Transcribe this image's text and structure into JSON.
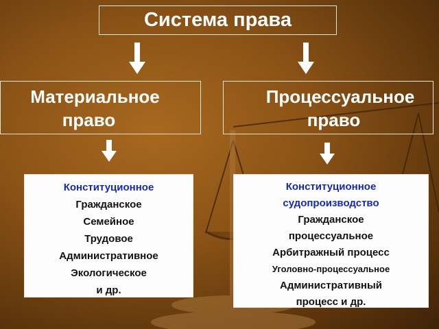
{
  "title": "Система права",
  "material": {
    "line1": "Материальное",
    "line2": "право",
    "items": [
      {
        "text": "Конституционное",
        "style": "blue"
      },
      {
        "text": "Гражданское",
        "style": "normal"
      },
      {
        "text": "Семейное",
        "style": "normal"
      },
      {
        "text": "Трудовое",
        "style": "normal"
      },
      {
        "text": "Административное",
        "style": "normal"
      },
      {
        "text": "Экологическое",
        "style": "normal"
      },
      {
        "text": "и др.",
        "style": "normal"
      }
    ]
  },
  "procedural": {
    "line1": "Процессуальное",
    "line2": "право",
    "items": [
      {
        "text": "Конституционное",
        "style": "blue"
      },
      {
        "text": "судопроизводство",
        "style": "blue"
      },
      {
        "text": "Гражданское",
        "style": "normal"
      },
      {
        "text": "процессуальное",
        "style": "normal"
      },
      {
        "text": "Арбитражный процесс",
        "style": "normal"
      },
      {
        "text": "Уголовно-процессуальное",
        "style": "small"
      },
      {
        "text": "Административный",
        "style": "normal"
      },
      {
        "text": "процесс  и др.",
        "style": "normal"
      }
    ]
  },
  "colors": {
    "background": "#8a5216",
    "heading_text": "#ffffff",
    "accent_blue": "#1528b8",
    "arrow": "#ffffff"
  }
}
